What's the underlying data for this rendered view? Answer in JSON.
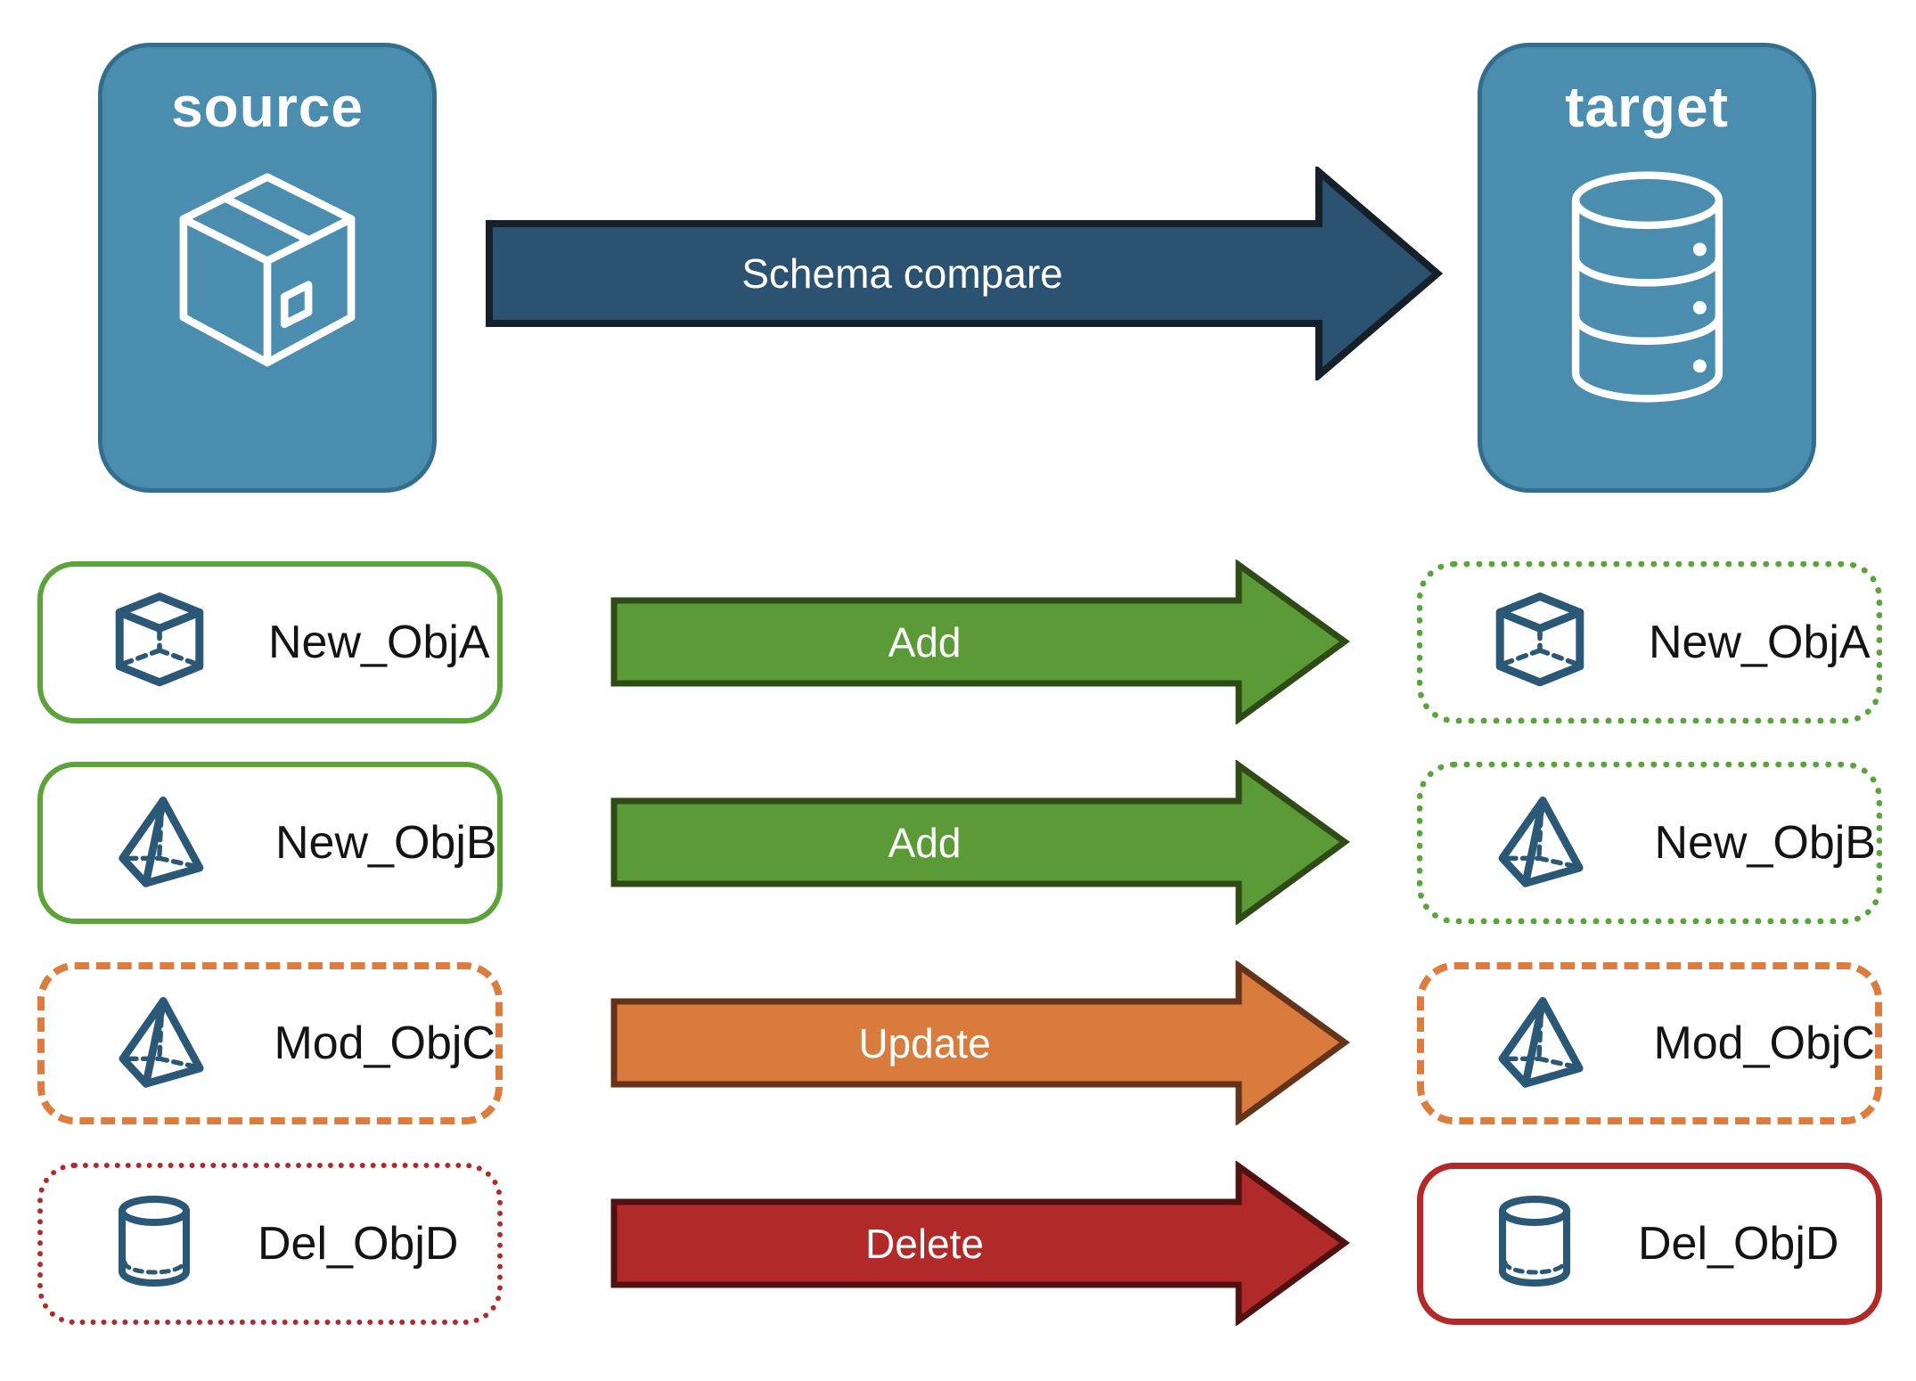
{
  "title": "Schema compare diagram",
  "colors": {
    "panel_fill": "#4B8DAF",
    "panel_border": "#336E8C",
    "icon_blue": "#2C5878",
    "compare_fill": "#2C5271",
    "compare_stroke": "#15202B",
    "add_fill": "#5A9B38",
    "add_stroke": "#2E4A16",
    "update_fill": "#D97B3D",
    "update_stroke": "#63331A",
    "delete_fill": "#B12A29",
    "delete_stroke": "#521111",
    "green_border": "#5CA33B",
    "orange_border": "#DC7D3F",
    "red_border": "#B12A29"
  },
  "panels": {
    "source": {
      "title": "source",
      "icon": "package-box-icon"
    },
    "target": {
      "title": "target",
      "icon": "database-icon"
    }
  },
  "compare_arrow": {
    "label": "Schema compare"
  },
  "rows": [
    {
      "label": "New_ObjA",
      "action": "Add",
      "icon": "cube-icon",
      "source_border": "solid-green",
      "target_border": "dotted-green"
    },
    {
      "label": "New_ObjB",
      "action": "Add",
      "icon": "pyramid-icon",
      "source_border": "solid-green",
      "target_border": "dotted-green"
    },
    {
      "label": "Mod_ObjC",
      "action": "Update",
      "icon": "pyramid-icon",
      "source_border": "dashed-orange",
      "target_border": "dashed-orange"
    },
    {
      "label": "Del_ObjD",
      "action": "Delete",
      "icon": "cylinder-icon",
      "source_border": "dotted-red",
      "target_border": "solid-red"
    }
  ]
}
